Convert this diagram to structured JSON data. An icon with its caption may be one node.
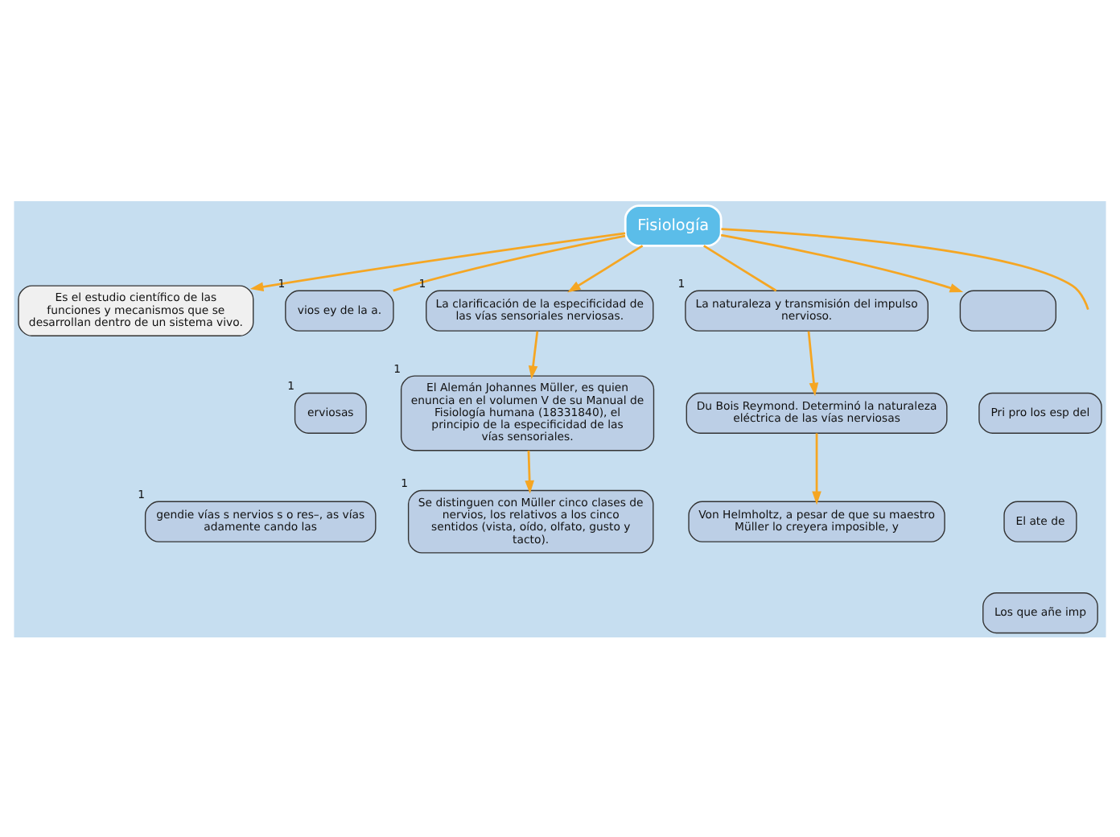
{
  "diagram": {
    "nodes": [
      {
        "text": [
          "Fisiología"
        ]
      },
      {
        "text": [
          "Es el estudio científico de las funciones y mecanismos que se desarrollan dentro de un sistema vivo."
        ]
      },
      {
        "text": [
          "vios ey de la a."
        ],
        "beside": [
          "1"
        ]
      },
      {
        "text": [
          "erviosas"
        ],
        "beside": [
          "1"
        ]
      },
      {
        "text": [
          "gendie vías s nervios s o res–, as vías adamente cando las"
        ],
        "beside": [
          "1"
        ]
      },
      {
        "text": [
          "La clarificación de la especificidad de las vías sensoriales nerviosas."
        ],
        "beside": [
          "1"
        ]
      },
      {
        "text": [
          "El Alemán Johannes Müller, es quien enuncia en el volumen V de su Manual de Fisiología humana (18331840), el principio de la especificidad de las vías sensoriales."
        ],
        "beside": [
          "1"
        ]
      },
      {
        "text": [
          "Se distinguen con Müller cinco clases de nervios, los relativos a los cinco sentidos (vista, oído, olfato, gusto y tacto)."
        ],
        "beside": [
          "1"
        ]
      },
      {
        "text": [
          "La naturaleza y transmisión del impulso nervioso."
        ],
        "beside": [
          "1"
        ]
      },
      {
        "text": [
          "Du Bois Reymond. Determinó la naturaleza eléctrica de las vías nerviosas"
        ]
      },
      {
        "text": [
          "Von Helmholtz, a pesar de que su maestro Müller lo creyera imposible, y"
        ]
      },
      {
        "text": [],
        "shape": "box"
      },
      {
        "text": [
          "Pri pro los esp del"
        ]
      },
      {
        "text": [
          "El ate de"
        ]
      },
      {
        "text": [
          "Los que añe imp"
        ]
      }
    ],
    "edges": [
      {
        "from": 0,
        "to": 1,
        "arrow": "to"
      },
      {
        "from": 0,
        "to": 2,
        "arrow": "none"
      },
      {
        "from": 0,
        "to": 5,
        "arrow": "to"
      },
      {
        "from": 0,
        "to": 8,
        "arrow": "none"
      },
      {
        "from": 0,
        "to": 11,
        "arrow": "to"
      },
      {
        "from": 0,
        "to": null,
        "arrow": "none"
      },
      {
        "from": 5,
        "to": 6,
        "arrow": "to"
      },
      {
        "from": 6,
        "to": 7,
        "arrow": "to"
      },
      {
        "from": 8,
        "to": 9,
        "arrow": "to"
      },
      {
        "from": 9,
        "to": 10,
        "arrow": "to"
      }
    ]
  }
}
